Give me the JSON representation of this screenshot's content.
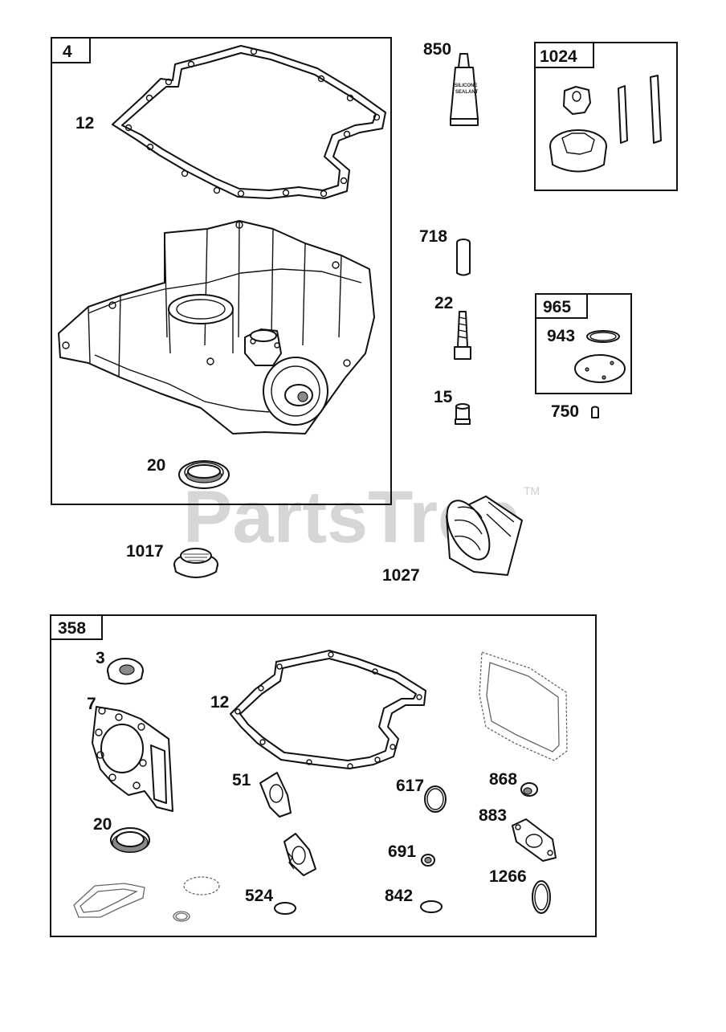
{
  "watermark": {
    "text": "PartsTree",
    "tm": "TM"
  },
  "boxes": {
    "oil_pan_kit": "4",
    "oil_pump_kit": "1024",
    "cover_kit": "965",
    "gasket_set": "358"
  },
  "labels": {
    "p12_top": "12",
    "p20_top": "20",
    "p850": "850",
    "p718": "718",
    "p22": "22",
    "p15": "15",
    "p943": "943",
    "p750": "750",
    "p1017": "1017",
    "p1027": "1027",
    "p3": "3",
    "p7": "7",
    "p12_bottom": "12",
    "p51": "51",
    "p617": "617",
    "p868": "868",
    "p883": "883",
    "p20_bottom": "20",
    "p691": "691",
    "p524": "524",
    "p842": "842",
    "p1266": "1266"
  },
  "tube_text": {
    "line1": "SILICONE",
    "line2": "SEALANT"
  }
}
